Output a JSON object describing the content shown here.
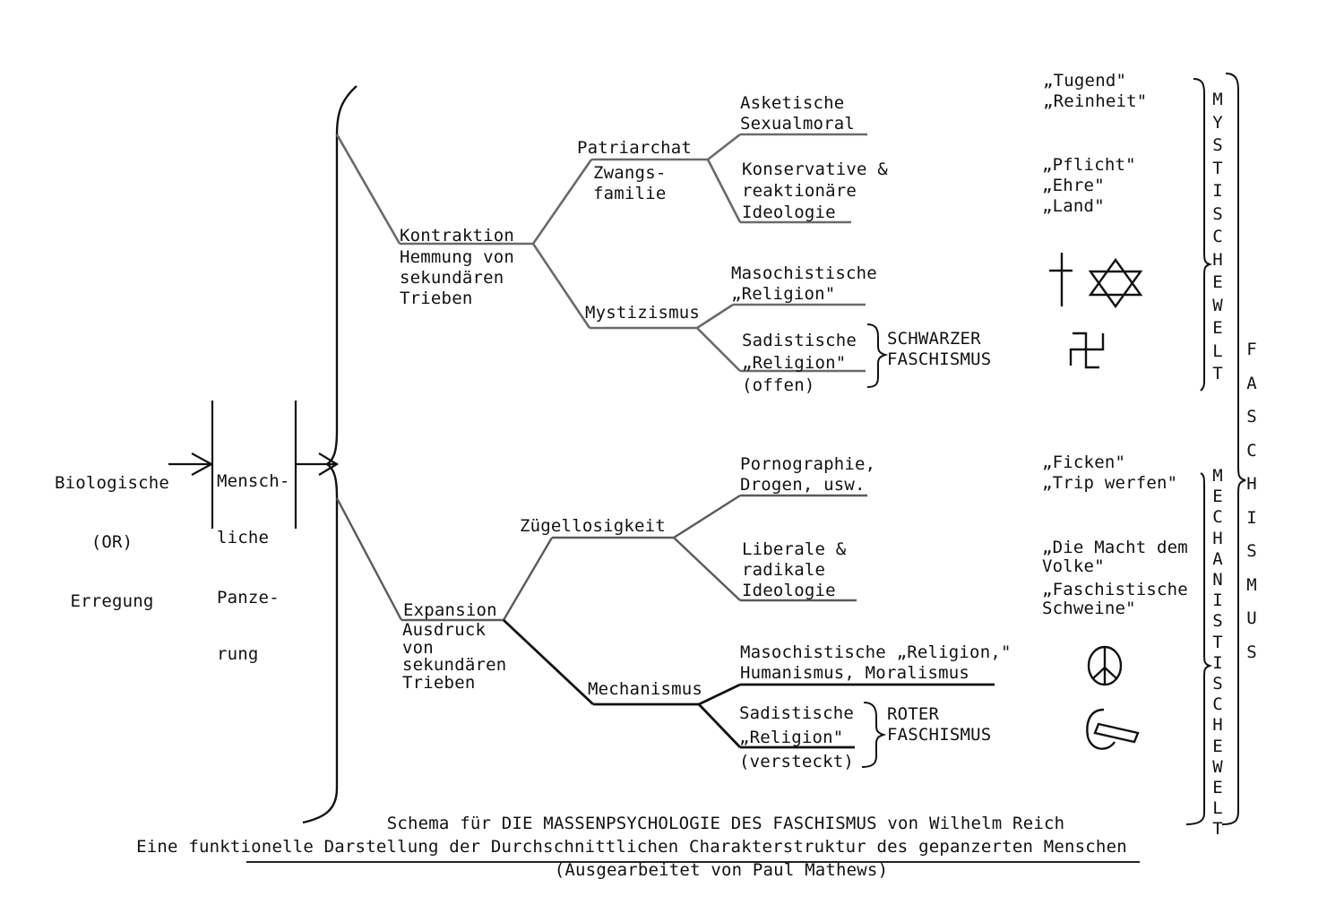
{
  "root": {
    "line1": "Biologische",
    "line2": "(OR)",
    "line3": "Erregung"
  },
  "armor": {
    "line1": "Mensch-",
    "line2": "liche",
    "line3": "Panze-",
    "line4": "rung"
  },
  "contraction": {
    "title": "Kontraktion",
    "desc": "Hemmung von\nsekundären\nTrieben"
  },
  "expansion": {
    "title": "Expansion",
    "desc": "Ausdruck\nvon\nsekundären\nTrieben"
  },
  "patriarchat": {
    "title": "Patriarchat",
    "desc": "Zwangs-\nfamilie"
  },
  "mystizismus": {
    "title": "Mystizismus"
  },
  "zuegellosigkeit": {
    "title": "Zügellosigkeit"
  },
  "mechanismus": {
    "title": "Mechanismus"
  },
  "leaves": {
    "asketische": "Asketische\nSexualmoral",
    "konservative": "Konservative &\nreaktionäre\nIdeologie",
    "maso_mystic": "Masochistische\n„Religion\"",
    "sadist_mystic": "Sadistische\n„Religion\"\n(offen)",
    "porno": "Pornographie,\nDrogen, usw.",
    "liberale": "Liberale &\nradikale\nIdeologie",
    "maso_mech": "Masochistische „Religion,\"\nHumanismus, Moralismus",
    "sadist_mech": "Sadistische\n„Religion\"\n(versteckt)"
  },
  "fascism_labels": {
    "black": "SCHWARZER\nFASCHISMUS",
    "red": "ROTER\nFASCHISMUS"
  },
  "slogans": {
    "tugend": "„Tugend\"\n„Reinheit\"",
    "pflicht": "„Pflicht\"\n„Ehre\"\n„Land\"",
    "ficken": "„Ficken\"\n„Trip werfen\"",
    "macht": "„Die Macht dem\nVolke\"",
    "schweine": "„Faschistische\nSchweine\""
  },
  "vertical_labels": {
    "mystische_welt": "MYSTISCHE WELT",
    "mechanistische_welt": "MECHANISTISCHE WELT",
    "faschismus": "FASCHISMUS"
  },
  "icons": [
    "cross-icon",
    "star-of-david-icon",
    "swastika-icon",
    "peace-sign-icon",
    "hammer-sickle-icon"
  ],
  "caption": {
    "line1": "Schema für DIE MASSENPSYCHOLOGIE DES FASCHISMUS von Wilhelm Reich",
    "line2": "Eine funktionelle Darstellung der Durchschnittlichen Charakterstruktur des gepanzerten Menschen",
    "line3": "(Ausgearbeitet von Paul Mathews)"
  }
}
